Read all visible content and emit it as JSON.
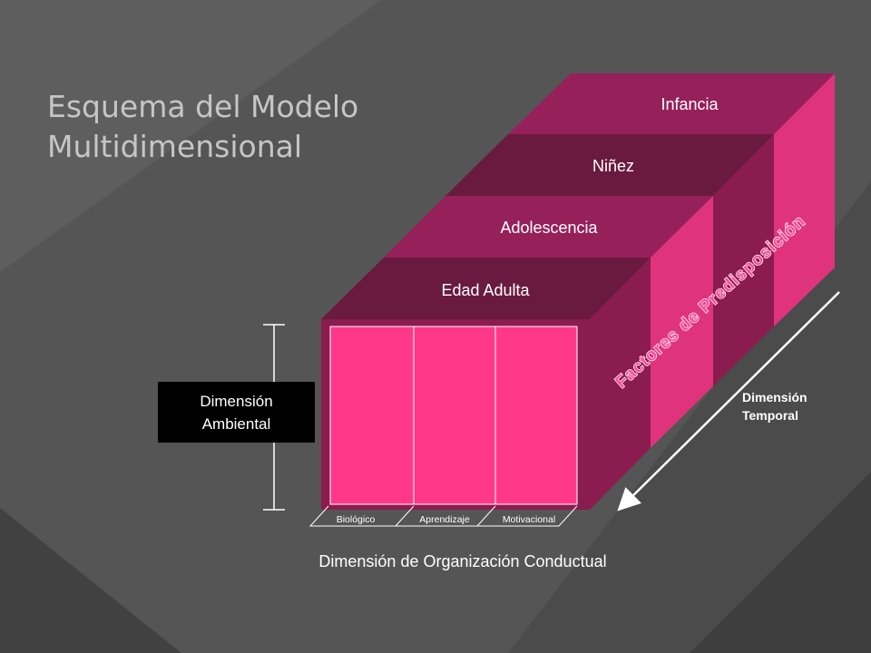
{
  "slide": {
    "title": "Esquema del Modelo Multidimensional"
  },
  "diagram": {
    "layers": [
      {
        "label": "Infancia",
        "color": "#96205a"
      },
      {
        "label": "Niñez",
        "color": "#6a1a3e"
      },
      {
        "label": "Adolescencia",
        "color": "#96205a"
      },
      {
        "label": "Edad Adulta",
        "color": "#6a1a3e"
      }
    ],
    "side_label": "Factores de Predisposición",
    "front_columns": [
      "Biológico",
      "Aprendizaje",
      "Motivacional"
    ],
    "ambient_label": "Dimensión Ambiental",
    "temporal_label": "Dimensión Temporal",
    "organization_label": "Dimensión de Organización Conductual",
    "colors": {
      "front_fill": "#ff3889",
      "side_light": "#e0337d",
      "side_dark": "#8a1c4f",
      "background": "#4a4a4a"
    }
  }
}
